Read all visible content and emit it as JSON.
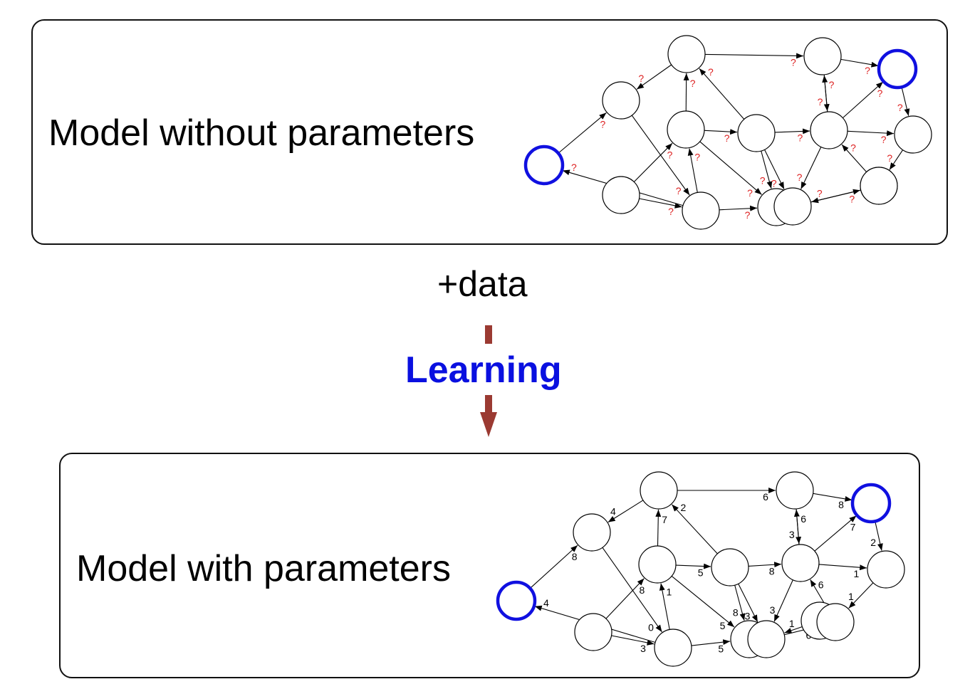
{
  "top_panel": {
    "title": "Model without parameters",
    "edge_labels": [
      "?",
      "?",
      "?",
      "?",
      "?",
      "?",
      "?",
      "?",
      "?",
      "?",
      "?",
      "?",
      "?",
      "?",
      "?",
      "?",
      "?",
      "?",
      "?",
      "?",
      "?",
      "?",
      "?",
      "?",
      "?",
      "?",
      "?",
      "?"
    ],
    "label_color": "#dd2222"
  },
  "between": {
    "data_label": "+data",
    "learning_label": "Learning",
    "learning_color": "#0a10e0",
    "arrow_color": "#9b3a32"
  },
  "bottom_panel": {
    "title": "Model with parameters",
    "edge_labels": [
      "8",
      "4",
      "6",
      "8",
      "2",
      "0",
      "7",
      "2",
      "3",
      "6",
      "7",
      "8",
      "5",
      "8",
      "1",
      "1",
      "8",
      "6",
      "1",
      "5",
      "5",
      "3",
      "6",
      "3",
      "1",
      "7",
      "4",
      "3"
    ],
    "label_color": "#000000"
  },
  "graph": {
    "terminal_color": "#1010e0",
    "nodes": [
      "A",
      "B",
      "C",
      "D",
      "E",
      "F",
      "G",
      "H",
      "I",
      "J",
      "K",
      "L",
      "M",
      "N",
      "O"
    ],
    "terminal_nodes": [
      "A",
      "O"
    ],
    "edges": [
      [
        "A",
        "B"
      ],
      [
        "C",
        "B"
      ],
      [
        "C",
        "D"
      ],
      [
        "D",
        "O"
      ],
      [
        "O",
        "L"
      ],
      [
        "B",
        "G"
      ],
      [
        "E",
        "C"
      ],
      [
        "J",
        "C"
      ],
      [
        "D",
        "K"
      ],
      [
        "K",
        "D"
      ],
      [
        "K",
        "O"
      ],
      [
        "F",
        "E"
      ],
      [
        "E",
        "J"
      ],
      [
        "J",
        "K"
      ],
      [
        "K",
        "L"
      ],
      [
        "G",
        "E"
      ],
      [
        "J",
        "H"
      ],
      [
        "M",
        "K"
      ],
      [
        "L",
        "M"
      ],
      [
        "E",
        "H"
      ],
      [
        "G",
        "H"
      ],
      [
        "J",
        "N"
      ],
      [
        "N",
        "M"
      ],
      [
        "K",
        "N"
      ],
      [
        "I",
        "N"
      ],
      [
        "N",
        "H"
      ],
      [
        "G",
        "A"
      ],
      [
        "F",
        "G"
      ]
    ]
  }
}
